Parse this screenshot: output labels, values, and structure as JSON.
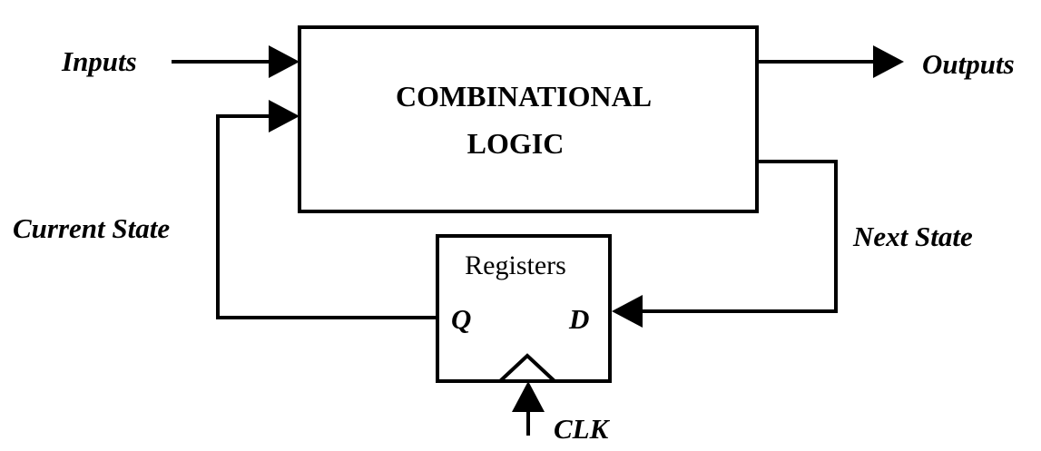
{
  "inputs_label": "Inputs",
  "outputs_label": "Outputs",
  "current_state_label": "Current State",
  "next_state_label": "Next State",
  "clk_label": "CLK",
  "combinational_block": {
    "line1": "COMBINATIONAL",
    "line2": "LOGIC"
  },
  "registers_block": {
    "title": "Registers",
    "q_port": "Q",
    "d_port": "D"
  },
  "colors": {
    "stroke": "#000000",
    "background": "#ffffff"
  }
}
